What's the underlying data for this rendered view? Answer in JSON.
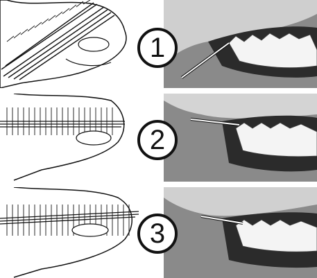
{
  "steps": [
    {
      "number": "1"
    },
    {
      "number": "2"
    },
    {
      "number": "3"
    }
  ],
  "colors": {
    "ink": "#111111",
    "paper": "#ffffff",
    "photo_dark": "#2b2b2b",
    "photo_mid": "#8a8a8a",
    "tooth": "#f4f4f4"
  }
}
